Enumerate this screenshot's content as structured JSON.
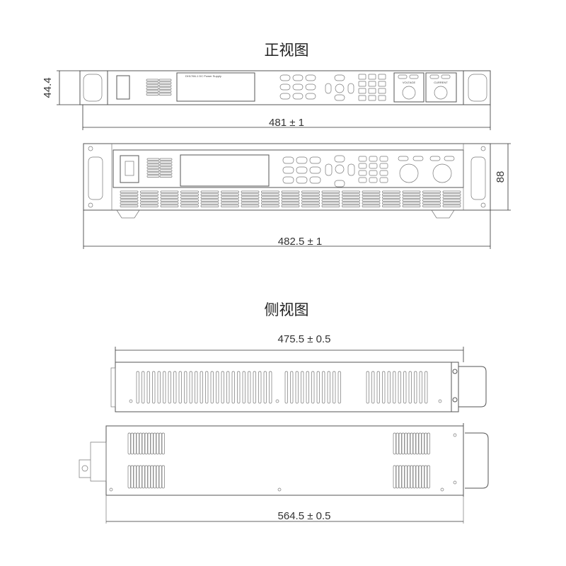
{
  "titles": {
    "front": "正视图",
    "side": "侧视图"
  },
  "dimensions": {
    "height_1u": "44.4",
    "width_1u": "481 ± 1",
    "height_2u": "88",
    "width_2u": "482.5 ± 1",
    "side_length": "475.5 ± 0.5",
    "bottom_length": "564.5 ± 0.5"
  },
  "panel_labels": {
    "model_1u": "DH1766-1 DC Power Supply",
    "voltage": "VOLTAGE",
    "current": "CURRENT"
  },
  "colors": {
    "line": "#555555",
    "text": "#222222"
  }
}
